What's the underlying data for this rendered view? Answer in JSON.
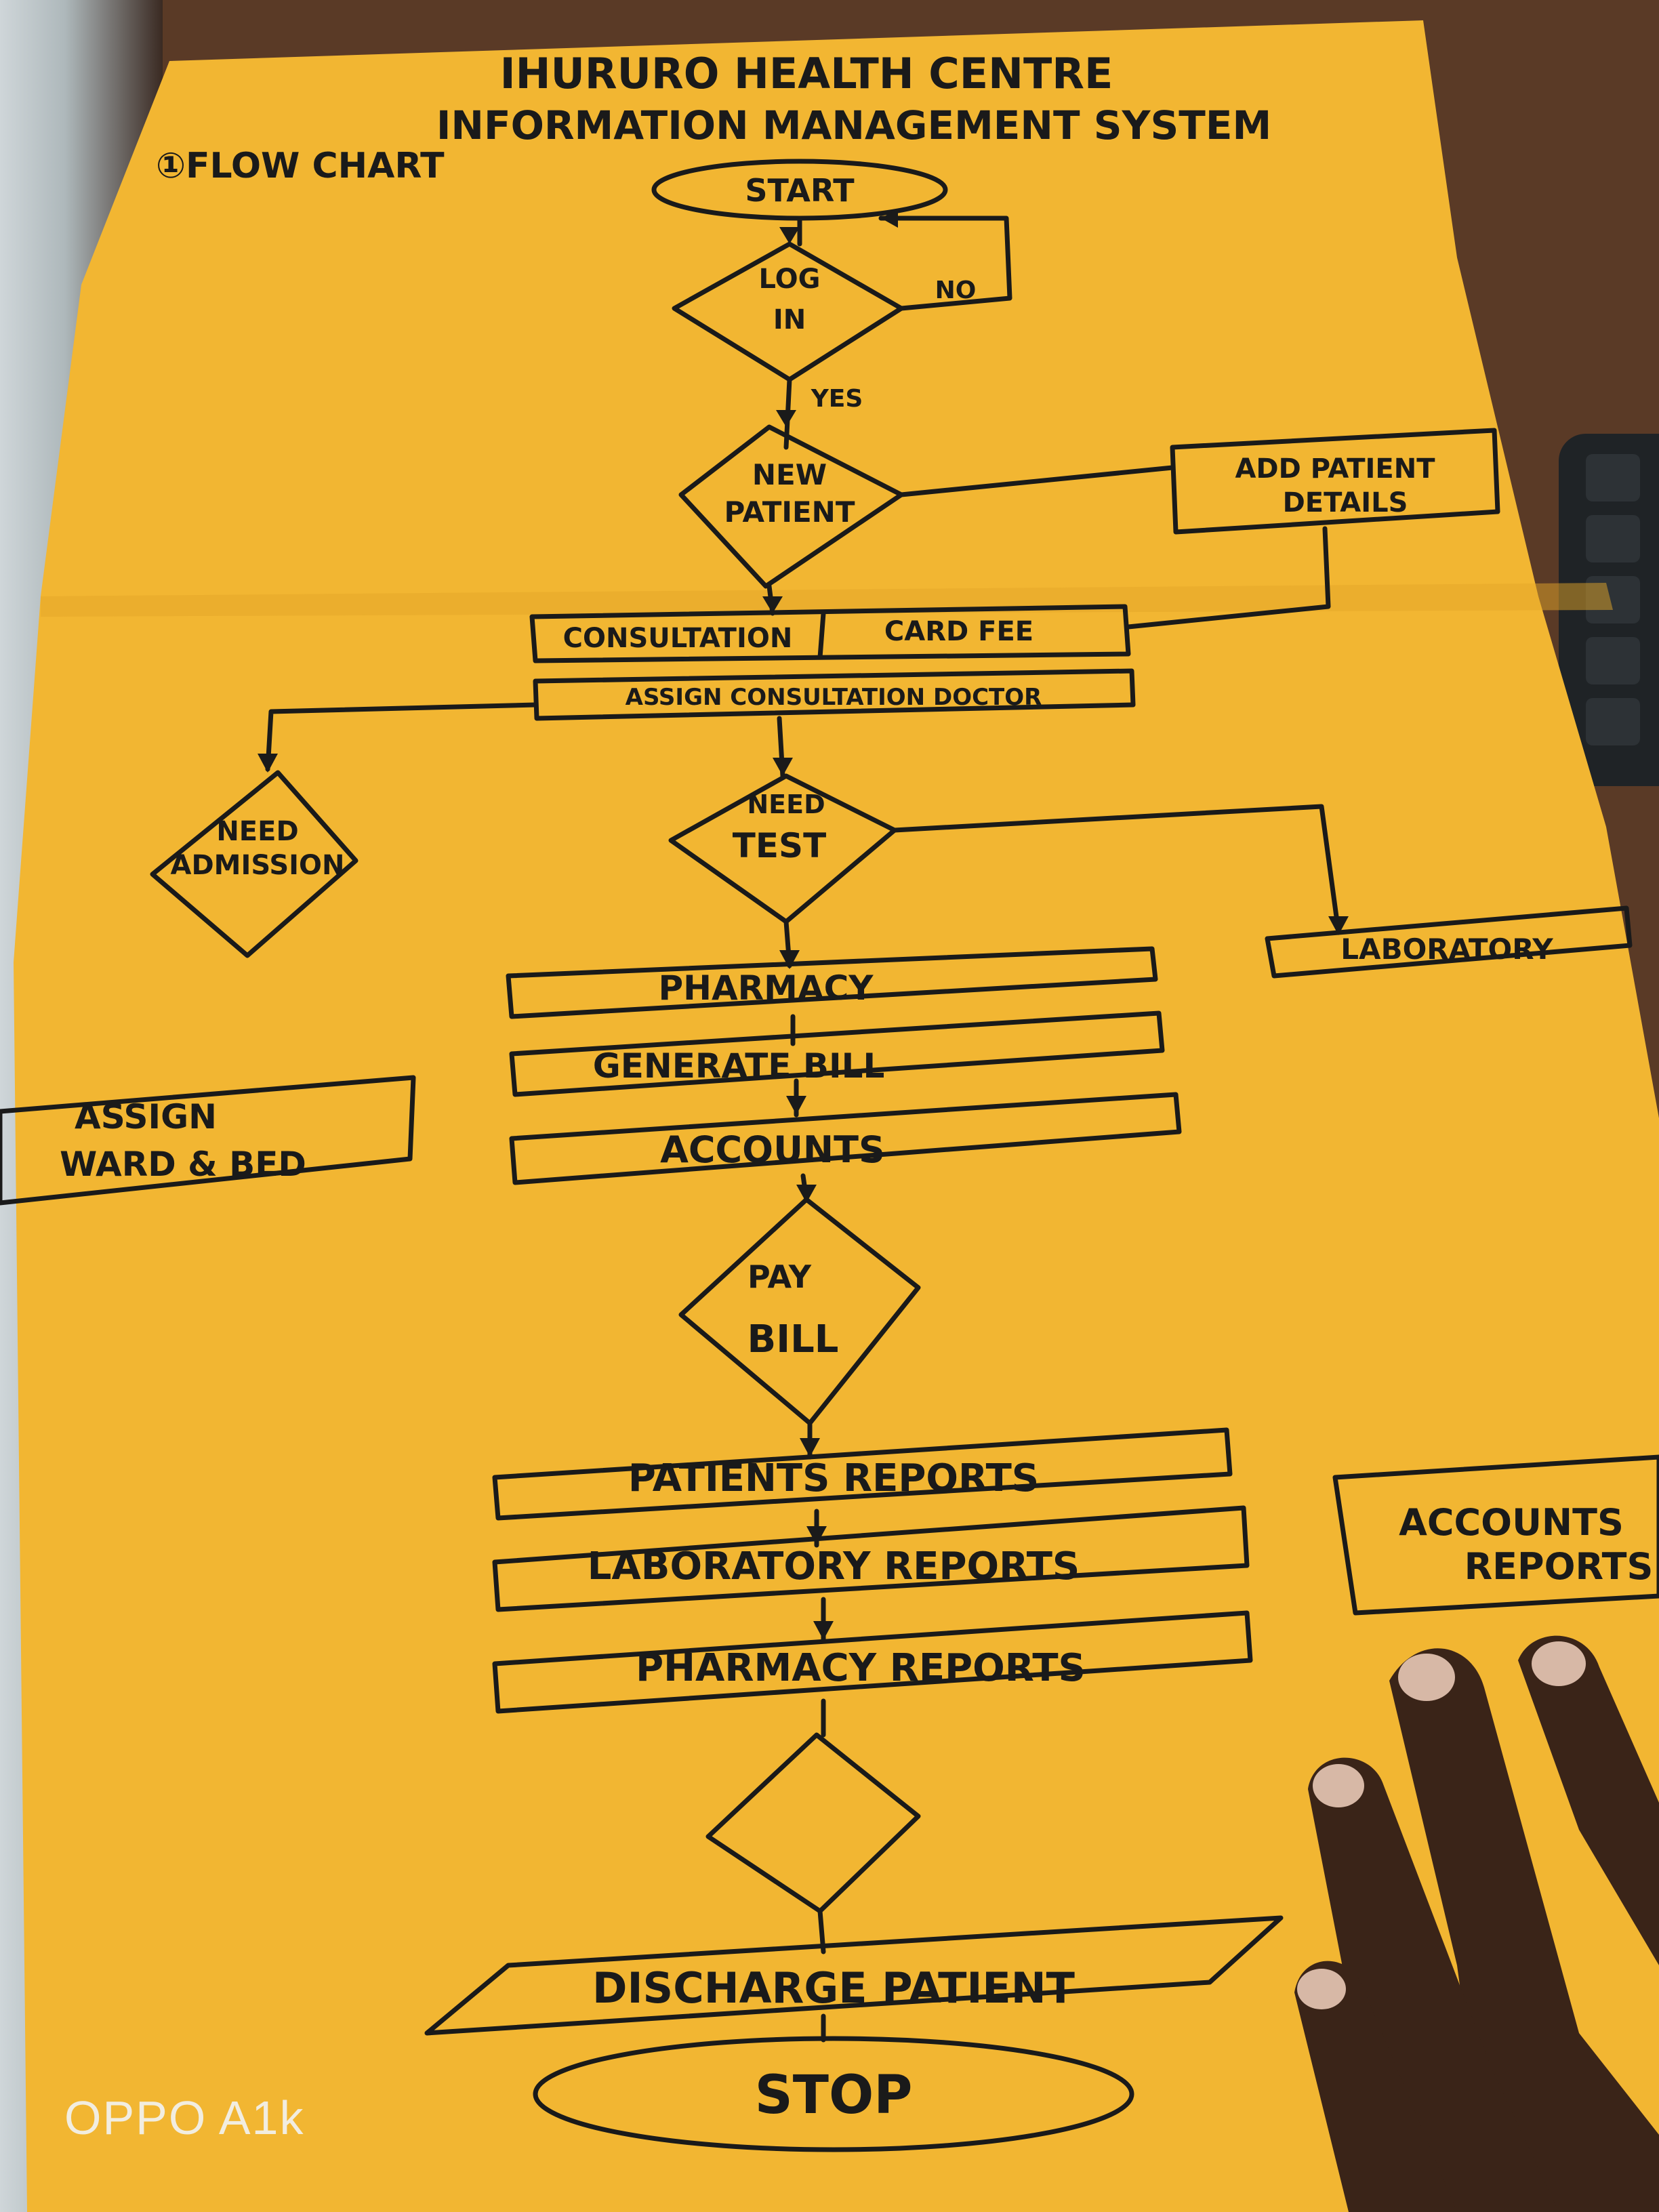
{
  "title": {
    "line1": "IHURURO HEALTH CENTRE",
    "line2": "INFORMATION MANAGEMENT SYSTEM"
  },
  "section_label": "①FLOW CHART",
  "nodes": {
    "start": "START",
    "login_line1": "LOG",
    "login_line2": "IN",
    "no": "NO",
    "yes": "YES",
    "new_patient_line1": "NEW",
    "new_patient_line2": "PATIENT",
    "add_details_line1": "ADD PATIENT",
    "add_details_line2": "DETAILS",
    "consultation": "CONSULTATION",
    "card_fee": "CARD FEE",
    "assign_doctor": "ASSIGN CONSULTATION DOCTOR",
    "need_admission_line1": "NEED",
    "need_admission_line2": "ADMISSION",
    "need_test_line1": "NEED",
    "need_test_line2": "TEST",
    "laboratory": "LABORATORY",
    "pharmacy": "PHARMACY",
    "generate_bill": "GENERATE BILL",
    "assign_ward_line1": "ASSIGN",
    "assign_ward_line2": "WARD & BED",
    "accounts": "ACCOUNTS",
    "pay_bill_line1": "PAY",
    "pay_bill_line2": "BILL",
    "patients_reports": "PATIENTS REPORTS",
    "laboratory_reports": "LABORATORY REPORTS",
    "pharmacy_reports": "PHARMACY REPORTS",
    "accounts_reports_line1": "ACCOUNTS",
    "accounts_reports_line2": "REPORTS",
    "discharge": "DISCHARGE PATIENT",
    "stop": "STOP"
  },
  "camera_watermark": "OPPO A1k",
  "colors": {
    "paper": "#f2b632",
    "ink": "#1a1a1a",
    "desk": "#5a3a26"
  }
}
